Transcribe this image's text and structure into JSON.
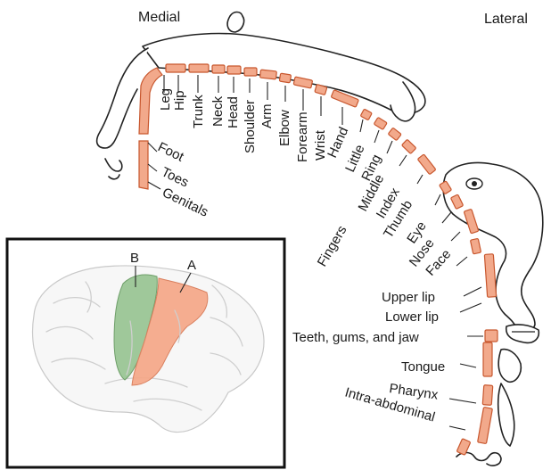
{
  "header": {
    "medial": "Medial",
    "lateral": "Lateral"
  },
  "colors": {
    "segment_fill": "#f2a98b",
    "segment_stroke": "#c8572e",
    "area_a": "#f4a687",
    "area_b": "#8fbf8a"
  },
  "body_parts": [
    "Genitals",
    "Toes",
    "Foot",
    "Leg",
    "Hip",
    "Trunk",
    "Neck",
    "Head",
    "Shoulder",
    "Arm",
    "Elbow",
    "Forearm",
    "Wrist",
    "Hand",
    "Little",
    "Ring",
    "Middle",
    "Index",
    "Thumb",
    "Eye",
    "Nose",
    "Face",
    "Upper lip",
    "Lower lip",
    "Teeth, gums, and jaw",
    "Tongue",
    "Pharynx",
    "Intra-abdominal"
  ],
  "fingers_label": "Fingers",
  "inset": {
    "area_a": "A",
    "area_b": "B"
  }
}
